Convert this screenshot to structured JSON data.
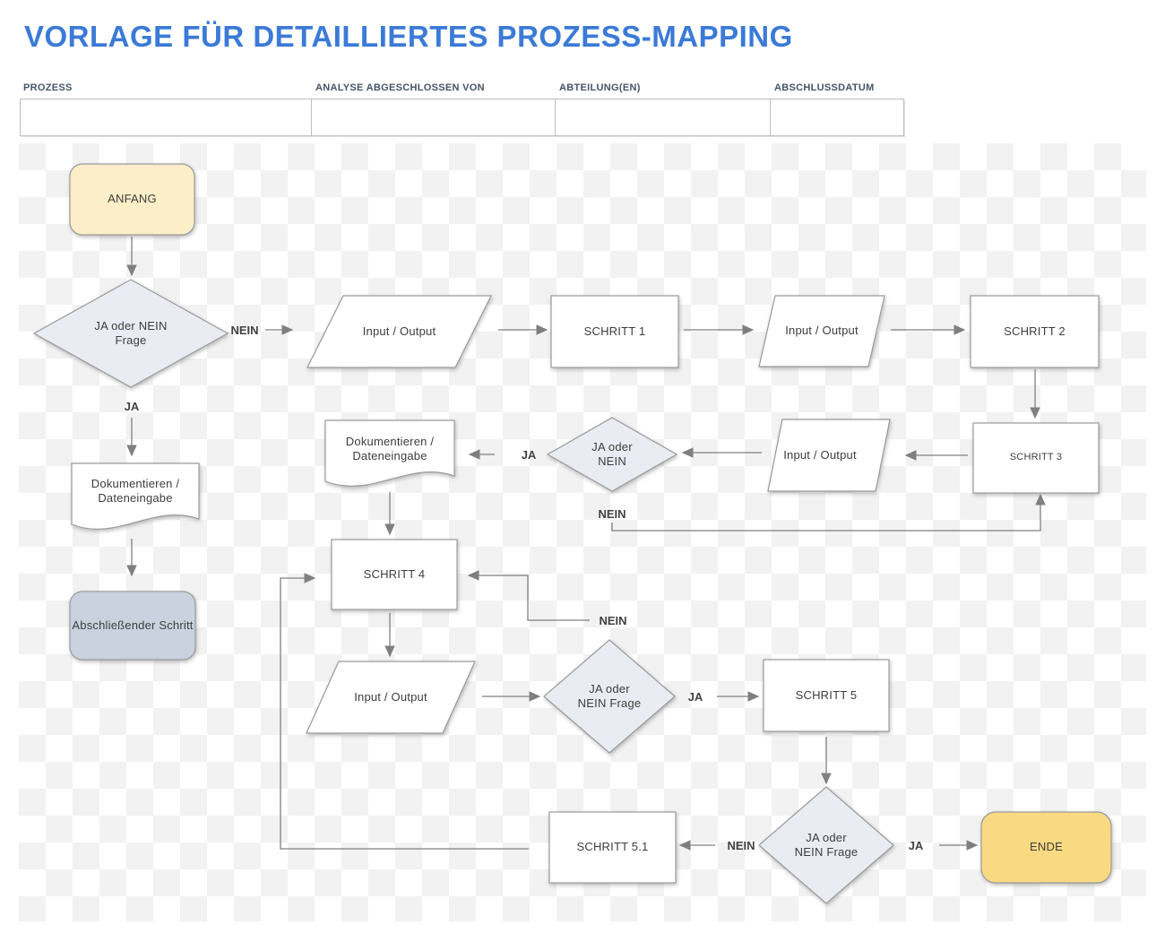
{
  "title": "VORLAGE FÜR DETAILLIERTES PROZESS-MAPPING",
  "form": {
    "fields": [
      {
        "label": "PROZESS",
        "value": ""
      },
      {
        "label": "ANALYSE ABGESCHLOSSEN VON",
        "value": ""
      },
      {
        "label": "ABTEILUNG(EN)",
        "value": ""
      },
      {
        "label": "ABSCHLUSSDATUM",
        "value": ""
      }
    ]
  },
  "flowchart": {
    "nodes": {
      "anfang": {
        "type": "terminator-start",
        "label": "ANFANG"
      },
      "d1": {
        "type": "decision",
        "label": "JA oder NEIN Frage"
      },
      "io1": {
        "type": "input-output",
        "label": "Input / Output"
      },
      "s1": {
        "type": "process",
        "label": "SCHRITT 1"
      },
      "io2": {
        "type": "input-output",
        "label": "Input / Output"
      },
      "s2": {
        "type": "process",
        "label": "SCHRITT 2"
      },
      "s3": {
        "type": "process",
        "label": "SCHRITT 3"
      },
      "io3": {
        "type": "input-output",
        "label": "Input / Output"
      },
      "d2": {
        "type": "decision",
        "label": "JA oder NEIN"
      },
      "doc2": {
        "type": "document",
        "label": "Dokumentieren / Dateneingabe"
      },
      "doc1": {
        "type": "document",
        "label": "Dokumentieren / Dateneingabe"
      },
      "final": {
        "type": "terminator",
        "label": "Abschließender Schritt"
      },
      "s4": {
        "type": "process",
        "label": "SCHRITT 4"
      },
      "io4": {
        "type": "input-output",
        "label": "Input / Output"
      },
      "d3": {
        "type": "decision",
        "label": "JA oder NEIN Frage"
      },
      "s5": {
        "type": "process",
        "label": "SCHRITT 5"
      },
      "d4": {
        "type": "decision",
        "label": "JA oder NEIN Frage"
      },
      "s51": {
        "type": "process",
        "label": "SCHRITT 5.1"
      },
      "ende": {
        "type": "terminator-end",
        "label": "ENDE"
      }
    },
    "edge_labels": {
      "nein1": "NEIN",
      "ja1": "JA",
      "ja2": "JA",
      "nein2": "NEIN",
      "nein3": "NEIN",
      "ja3": "JA",
      "nein4": "NEIN",
      "ja4": "JA"
    },
    "colors": {
      "title_blue": "#3B7AD7",
      "start_fill": "#FBEEC8",
      "end_fill": "#F9DA82",
      "decision_fill": "#E9EDF3",
      "final_step_fill": "#C9D2DE",
      "process_fill": "#FFFFFF",
      "shape_border": "#9B9B9B",
      "connector": "#7F7F7F",
      "checker_gray": "#F2F2F2",
      "form_label": "#44546A"
    }
  }
}
